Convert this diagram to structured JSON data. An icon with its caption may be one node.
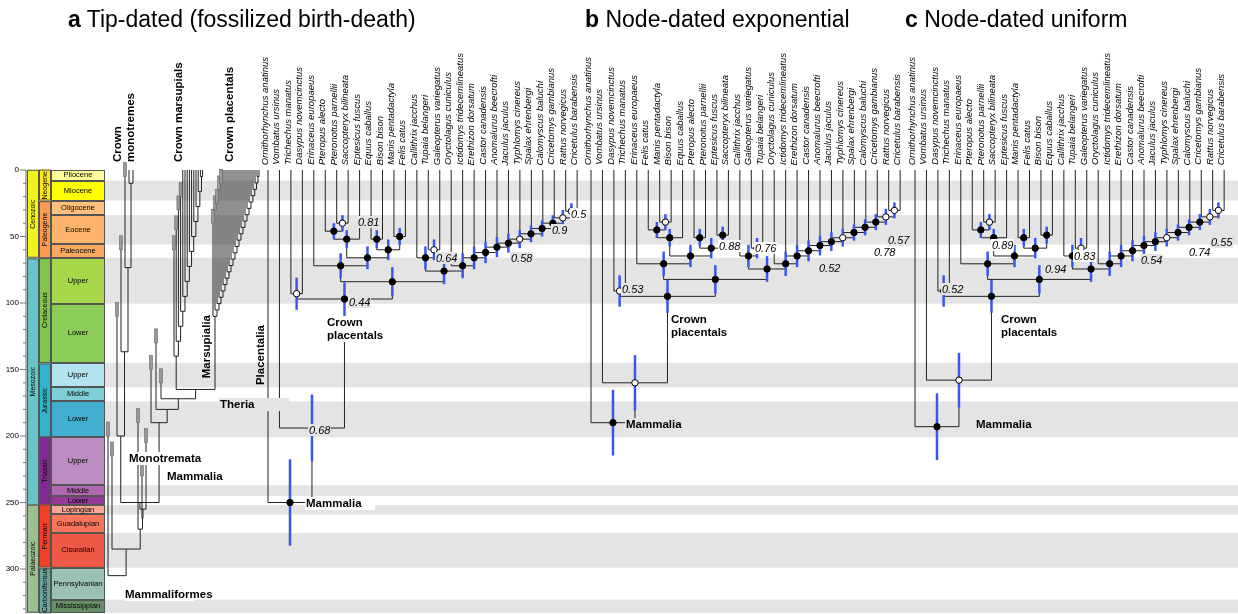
{
  "diagram": {
    "labels": [
      "**a** Tip-dated (fossilized birth-death)",
      "**b** Node-dated exponential",
      "**c** Node-dated uniform",
      "Crown monotremes",
      "Crown marsupials",
      "Crown placentals",
      "Ornithorhynchus anatinus",
      "Vombatus ursinus",
      "Trichechus manatus",
      "Dasypus novemcinctus",
      "Erinaceus europaeus",
      "Pteropus alecto",
      "Pteronotus parnellii",
      "Saccopteryx bilineata",
      "Eptesicus fuscus",
      "Equus caballus",
      "Bison bison",
      "Manis pentadactyla",
      "Felis catus",
      "Callithrix jacchus",
      "Tupaia belangeri",
      "Galeopterus variegatus",
      "Oryctolagus cuniculus",
      "Ictidomys tridecemlineatus",
      "Erethizon dorsatum",
      "Castor canadensis",
      "Anomalurus beecrofti",
      "Jaculus jaculus",
      "Typhlomys cinereus",
      "Spalax ehrenbergi",
      "Calomyscus baluchi",
      "Cricetomys gambianus",
      "Rattus norvegicus",
      "Cricetulus barabensis",
      "Ornithorhynchus anatinus",
      "Vombatus ursinus",
      "Dasypus novemcinctus",
      "Trichechus manatus",
      "Erinaceus europaeus",
      "Felis catus",
      "Manis pentadactyla",
      "Bison bison",
      "Equus caballus",
      "Pteropus alecto",
      "Pteronotus parnellii",
      "Eptesicus fuscus",
      "Saccopteryx bilineata",
      "Callithrix jacchus",
      "Galeopterus variegatus",
      "Tupaia belangeri",
      "Oryctolagus cuniculus",
      "Ictidomys tridecemlineatus",
      "Erethizon dorsatum",
      "Castor canadensis",
      "Anomalurus beecrofti",
      "Jaculus jaculus",
      "Typhlomys cinereus",
      "Spalax ehrenbergi",
      "Calomyscus baluchi",
      "Cricetomys gambianus",
      "Rattus norvegicus",
      "Cricetulus barabensis",
      "Ornithorhynchus anatinus",
      "Vombatus ursinus",
      "Dasypus novemcinctus",
      "Trichechus manatus",
      "Erinaceus europaeus",
      "Pteropus alecto",
      "Pteronotus parnellii",
      "Saccopteryx bilineata",
      "Eptesicus fuscus",
      "Manis pentadactyla",
      "Felis catus",
      "Bison bison",
      "Equus caballus",
      "Callithrix jacchus",
      "Tupaia belangeri",
      "Galeopterus variegatus",
      "Oryctolagus cuniculus",
      "Ictidomys tridecemlineatus",
      "Erethizon dorsatum",
      "Castor canadensis",
      "Anomalurus beecrofti",
      "Jaculus jaculus",
      "Typhlomys cinereus",
      "Spalax ehrenbergi",
      "Calomyscus baluchi",
      "Cricetomys gambianus",
      "Rattus norvegicus",
      "Cricetulus barabensis",
      "0",
      "50",
      "100",
      "150",
      "200",
      "250",
      "300",
      "Cenozoic",
      "Mesozoic",
      "Palaeozoic",
      "Neogene",
      "Paleogene",
      "Cretaceous",
      "Jurassic",
      "Triassic",
      "Permian",
      "Carboniferous",
      "Pliocene",
      "Miocene",
      "Oligocene",
      "Eocene",
      "Paleocene",
      "Upper",
      "Lower",
      "Upper",
      "Middle",
      "Lower",
      "Upper",
      "Middle",
      "Lower",
      "Lopingian",
      "Guadalupian",
      "Cisuralian",
      "Pennsylvanian",
      "Mississippian",
      "Marsupialia",
      "Placentalia",
      "Theria",
      "Monotremata",
      "Mammalia",
      "Mammaliformes",
      "0.81",
      "0.64",
      "0.58",
      "0.9",
      "0.5",
      "0.44",
      "0.68",
      "Crown placentals",
      "Mammalia",
      "0.88",
      "0.76",
      "0.57",
      "0.53",
      "0.52",
      "0.78",
      "Crown placentals",
      "Mammalia",
      "0.89",
      "0.83",
      "0.55",
      "0.94",
      "0.54",
      "0.74",
      "0.52",
      "Crown placentals",
      "Mammalia"
    ]
  }
}
